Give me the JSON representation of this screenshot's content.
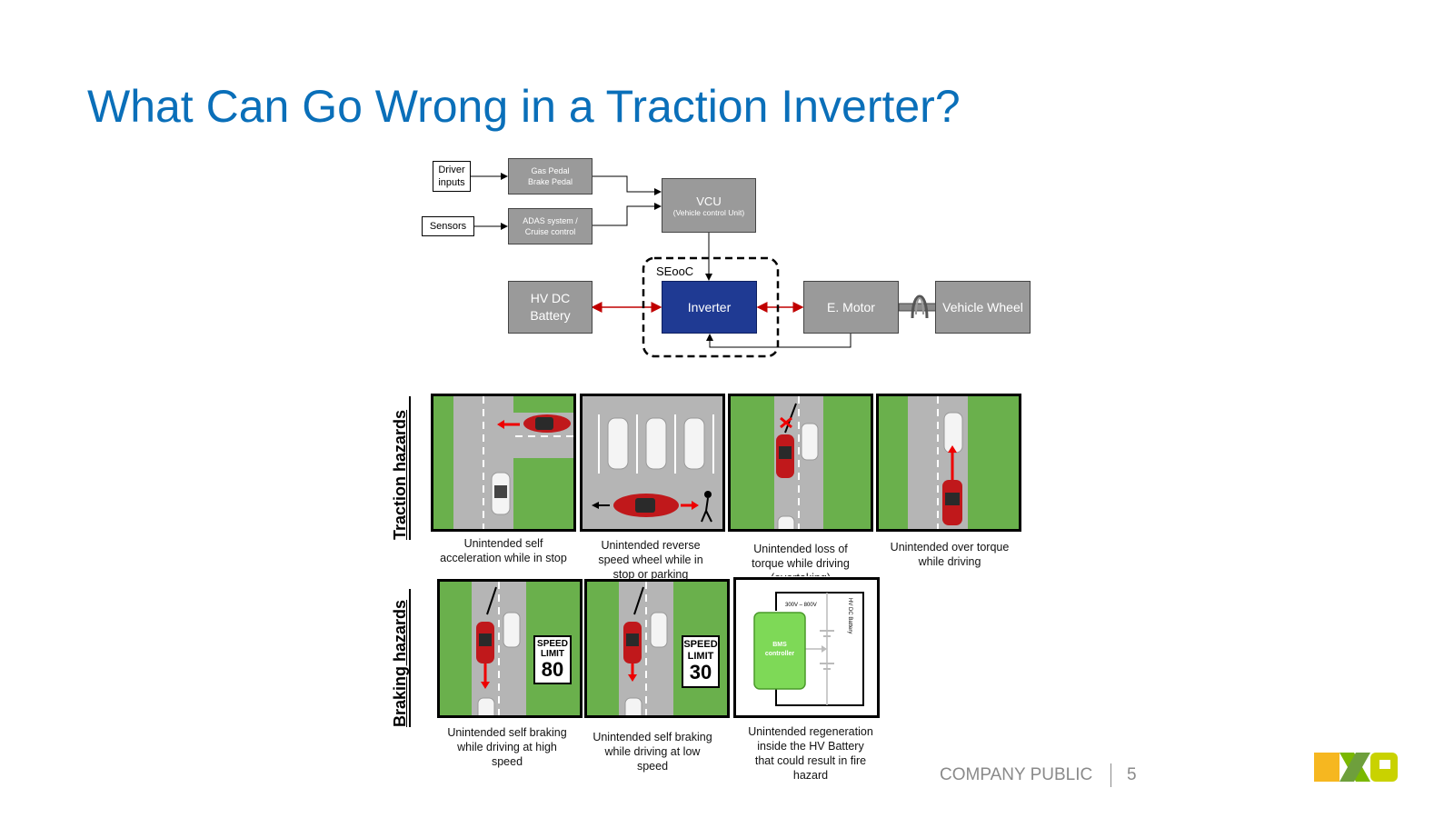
{
  "title": "What Can Go Wrong in a Traction Inverter?",
  "diagram": {
    "driver_inputs": "Driver inputs",
    "sensors": "Sensors",
    "gas_pedal": "Gas Pedal",
    "brake_pedal": "Brake Pedal",
    "adas": "ADAS system /",
    "cruise": "Cruise control",
    "vcu": "VCU",
    "vcu_sub": "(Vehicle control Unit)",
    "seooc": "SEooC",
    "battery_l1": "HV DC",
    "battery_l2": "Battery",
    "inverter": "Inverter",
    "motor": "E. Motor",
    "wheel": "Vehicle Wheel"
  },
  "hazards": {
    "traction_label": "Traction hazards",
    "braking_label": "Braking hazards",
    "traction": [
      "Unintended self acceleration while in stop",
      "Unintended reverse speed wheel while in stop or parking",
      "Unintended loss of torque while driving (overtaking)",
      "Unintended over torque while driving"
    ],
    "braking": [
      "Unintended self braking while driving at high speed",
      "Unintended self braking while driving at low speed",
      "Unintended regeneration inside the HV Battery that could result in fire hazard"
    ],
    "speed_sign_top": "SPEED",
    "speed_sign_mid": "LIMIT",
    "speed_limit_1": "80",
    "speed_limit_2": "30",
    "bms_l1": "BMS",
    "bms_l2": "controller",
    "voltage": "300V – 800V",
    "battery_side": "HV DC Battery"
  },
  "footer": {
    "classification": "COMPANY PUBLIC",
    "page": "5",
    "logo": "NXP"
  },
  "colors": {
    "title": "#0a6fb9",
    "inverter": "#1f3a93",
    "grass": "#6ab04c",
    "arrow_red": "#c00000"
  }
}
